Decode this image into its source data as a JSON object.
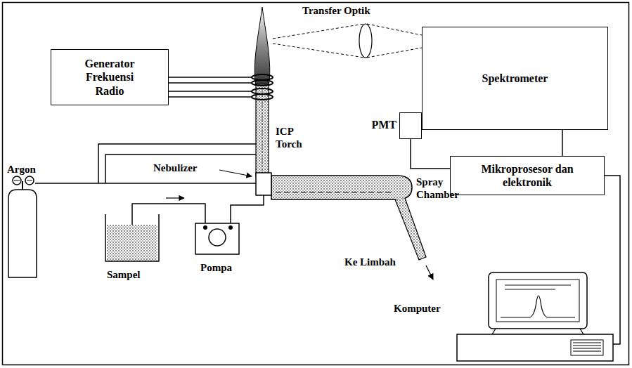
{
  "diagram": {
    "nodes": [
      {
        "text": [
          "Generator Frekuensi Radio"
        ]
      },
      {
        "text": [
          "Spektrometer"
        ]
      },
      {
        "text": [
          "PMT"
        ]
      },
      {
        "text": [
          "Mikroprosesor dan elektronik"
        ]
      }
    ],
    "edges": [
      {
        "from": 2,
        "to": 3,
        "arrow": "none"
      },
      {
        "from": 1,
        "to": 3,
        "arrow": "none"
      }
    ],
    "labels": [
      "Transfer Optik",
      "ICP Torch",
      "Argon",
      "Nebulizer",
      "Spray Chamber",
      "Sampel",
      "Pompa",
      "Ke Limbah",
      "Komputer"
    ]
  }
}
